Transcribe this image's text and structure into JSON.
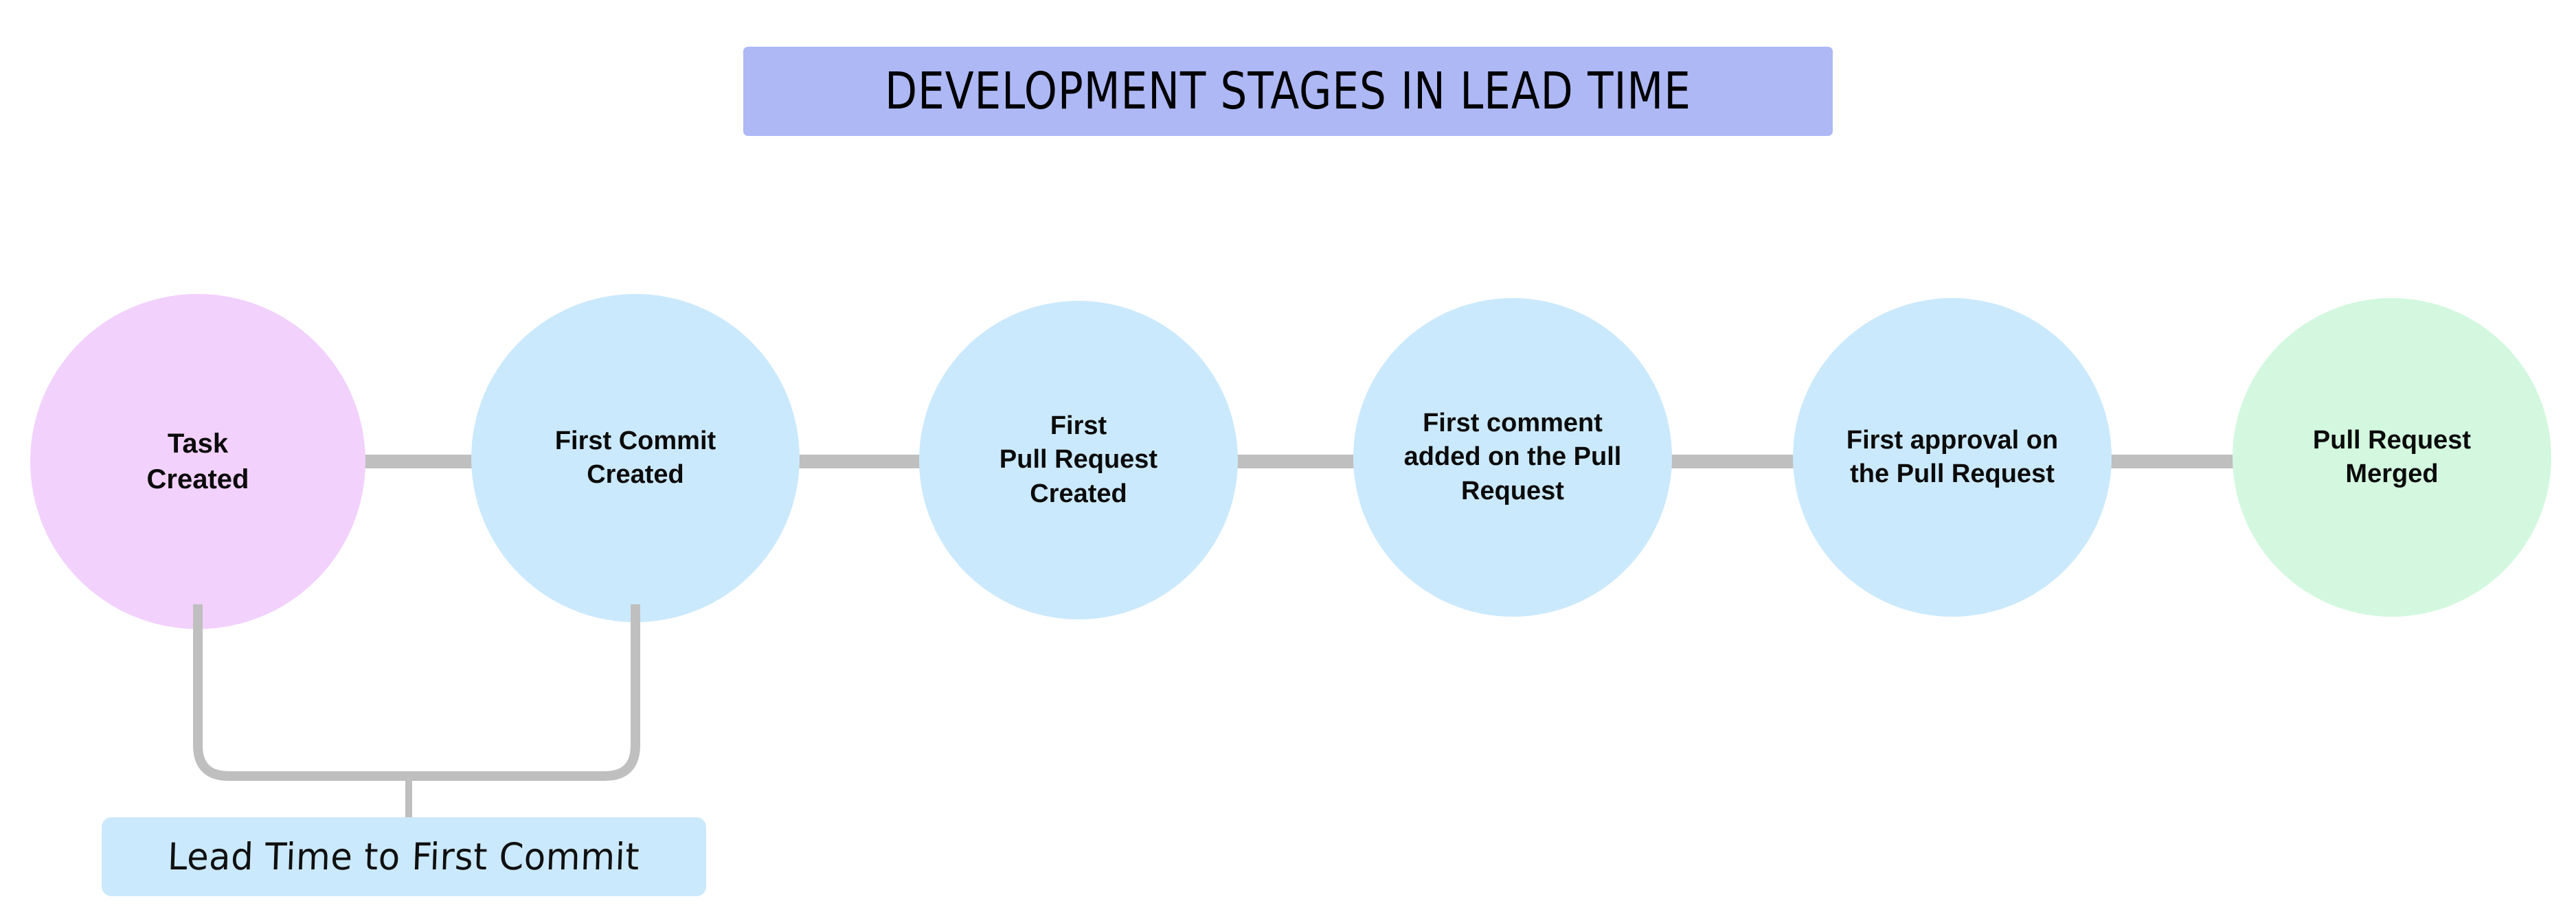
{
  "diagram": {
    "title": "DEVELOPMENT STAGES IN LEAD TIME",
    "title_bg_color": "#aeb8f5",
    "background_color": "#ffffff",
    "connector_color": "#bfbfbf",
    "type": "process-flow-timeline",
    "stages": [
      {
        "id": "task-created",
        "label": "Task\nCreated",
        "color": "#f2d1fc",
        "order": 1
      },
      {
        "id": "first-commit-created",
        "label": "First Commit\nCreated",
        "color": "#cbe9fc",
        "order": 2
      },
      {
        "id": "first-pull-request-created",
        "label": "First\nPull Request\nCreated",
        "color": "#cbe9fc",
        "order": 3
      },
      {
        "id": "first-comment-on-pull-request",
        "label": "First comment\nadded on the Pull\nRequest",
        "color": "#cbe9fc",
        "order": 4
      },
      {
        "id": "first-approval-on-pull-request",
        "label": "First approval on\nthe Pull Request",
        "color": "#cbe9fc",
        "order": 5
      },
      {
        "id": "pull-request-merged",
        "label": "Pull Request\nMerged",
        "color": "#d3f8df",
        "order": 6
      }
    ],
    "measurements": [
      {
        "id": "lead-time-to-first-commit",
        "label": "Lead Time to First Commit",
        "bg_color": "#cbe9fc",
        "spans_from": "task-created",
        "spans_to": "first-commit-created"
      }
    ]
  }
}
